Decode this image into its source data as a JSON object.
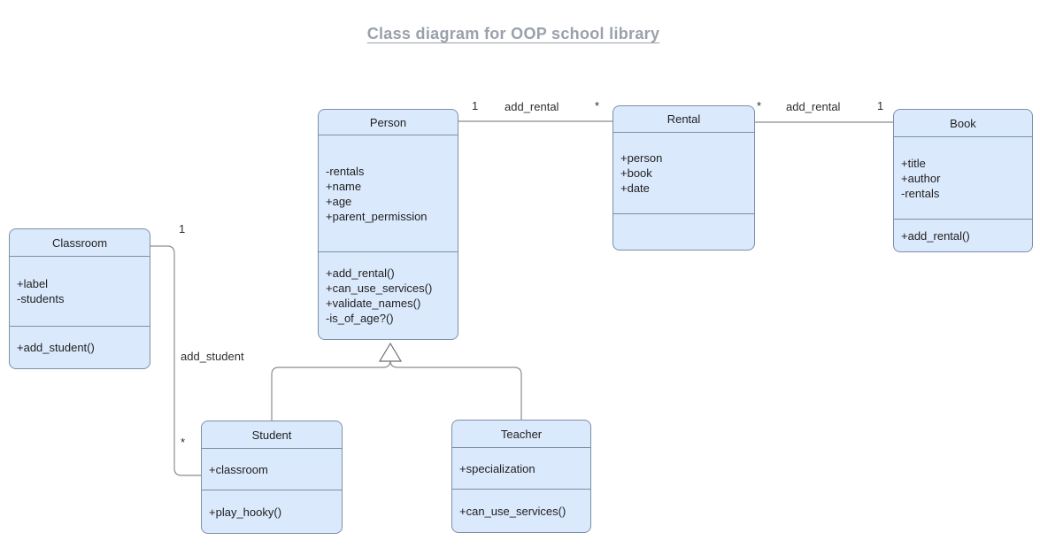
{
  "title": "Class diagram for OOP school library",
  "classes": [
    {
      "name": "Classroom",
      "attributes": [
        "+label",
        "-students"
      ],
      "methods": [
        "+add_student()"
      ]
    },
    {
      "name": "Person",
      "attributes": [
        "-rentals",
        "+name",
        "+age",
        "+parent_permission"
      ],
      "methods": [
        "+add_rental()",
        "+can_use_services()",
        "+validate_names()",
        "-is_of_age?()"
      ]
    },
    {
      "name": "Rental",
      "attributes": [
        "+person",
        "+book",
        "+date"
      ],
      "methods": []
    },
    {
      "name": "Book",
      "attributes": [
        "+title",
        "+author",
        "-rentals"
      ],
      "methods": [
        "+add_rental()"
      ]
    },
    {
      "name": "Student",
      "attributes": [
        "+classroom"
      ],
      "methods": [
        "+play_hooky()"
      ]
    },
    {
      "name": "Teacher",
      "attributes": [
        "+specialization"
      ],
      "methods": [
        "+can_use_services()"
      ]
    }
  ],
  "edges": {
    "person_rental": {
      "near_mult": "1",
      "label": "add_rental",
      "far_mult": "*"
    },
    "rental_book": {
      "near_mult": "*",
      "label": "add_rental",
      "far_mult": "1"
    },
    "classroom_student": {
      "near_mult": "1",
      "label": "add_student",
      "far_mult": "*"
    },
    "inheritance": {
      "parent": "Person",
      "children": [
        "Student",
        "Teacher"
      ]
    }
  },
  "colors": {
    "box_fill": "#dbe9fc",
    "box_border": "#7c90a6",
    "connector": "#8c8c8c",
    "title_text": "#9aa1ab",
    "body_text": "#1f1f1f"
  }
}
